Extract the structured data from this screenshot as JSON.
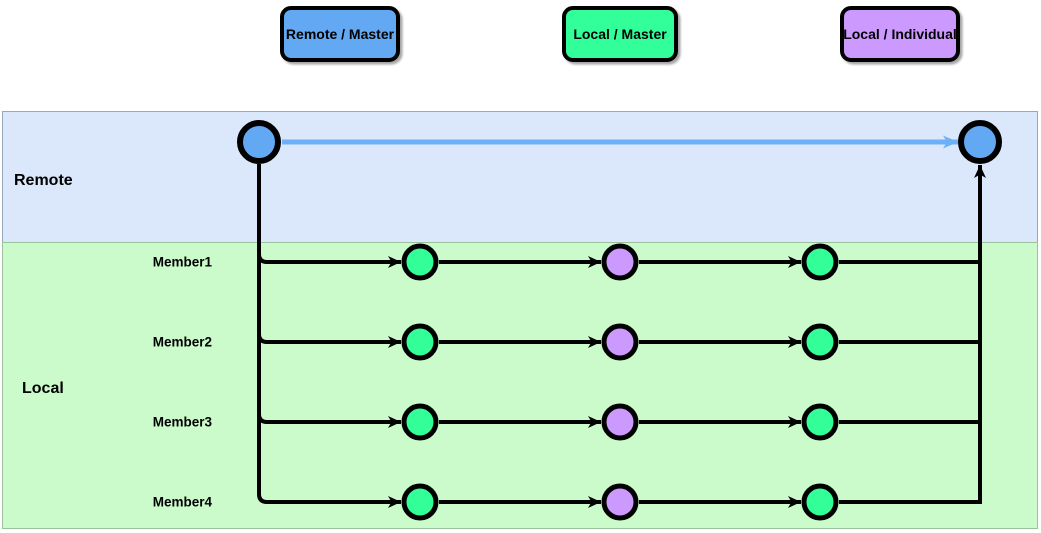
{
  "legend": {
    "items": [
      {
        "label": "Remote / Master",
        "color": "#63A8F2"
      },
      {
        "label": "Local / Master",
        "color": "#33FF99"
      },
      {
        "label": "Local / Individual",
        "color": "#CC99FF"
      }
    ]
  },
  "lanes": {
    "remote": {
      "label": "Remote",
      "bg": "#DBE8FB"
    },
    "local": {
      "label": "Local",
      "bg": "#CBFBCA"
    }
  },
  "remote_row": {
    "nodes": [
      "remote-master",
      "remote-master"
    ]
  },
  "rows": [
    {
      "label": "Member1",
      "nodes": [
        "local-master",
        "local-individual",
        "local-master"
      ]
    },
    {
      "label": "Member2",
      "nodes": [
        "local-master",
        "local-individual",
        "local-master"
      ]
    },
    {
      "label": "Member3",
      "nodes": [
        "local-master",
        "local-individual",
        "local-master"
      ]
    },
    {
      "label": "Member4",
      "nodes": [
        "local-master",
        "local-individual",
        "local-master"
      ]
    }
  ],
  "colors": {
    "node_blue": "#63A8F2",
    "node_green": "#33FF99",
    "node_purple": "#CC99FF",
    "edge_blue": "#6CB0F7",
    "edge_black": "#000000",
    "remote_lane_bg": "#DBE8FB",
    "local_lane_bg": "#CBFBCA"
  }
}
